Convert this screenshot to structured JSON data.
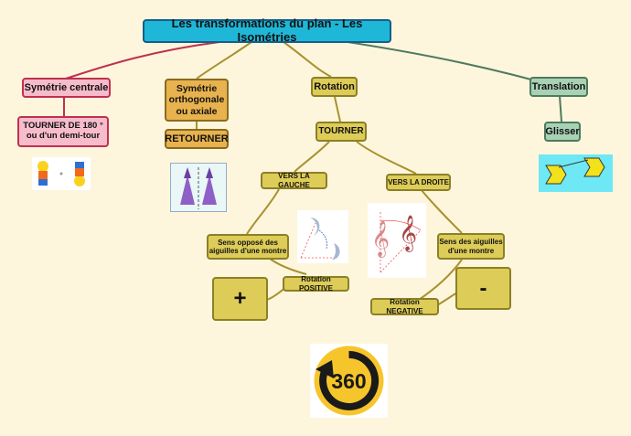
{
  "title": "Les transformations du plan - Les Isométries",
  "branches": {
    "symetrie_centrale": {
      "label": "Symétrie centrale",
      "detail": "TOURNER DE 180 ° ou d'un demi-tour"
    },
    "symetrie_axiale": {
      "label": "Symétrie orthogonale ou axiale",
      "detail": "RETOURNER"
    },
    "rotation": {
      "label": "Rotation",
      "detail": "TOURNER",
      "left": {
        "label": "VERS LA GAUCHE",
        "desc": "Sens opposé des aiguilles d'une montre",
        "result": "Rotation POSITIVE",
        "sign": "+"
      },
      "right": {
        "label": "VERS LA DROITE",
        "desc": "Sens des aiguilles d'une montre",
        "result": "Rotation NEGATIVE",
        "sign": "-"
      }
    },
    "translation": {
      "label": "Translation",
      "detail": "Glisser"
    }
  },
  "icon_360": "360",
  "colors": {
    "background": "#fdf6dc",
    "root": "#1fb7d8",
    "pink": "#f7bccc",
    "orange": "#e8b24e",
    "olive": "#ddcc57",
    "green": "#a9d2b4",
    "link_red": "#c0304f",
    "link_olive": "#8d7f26",
    "link_green": "#4e7a5e"
  }
}
